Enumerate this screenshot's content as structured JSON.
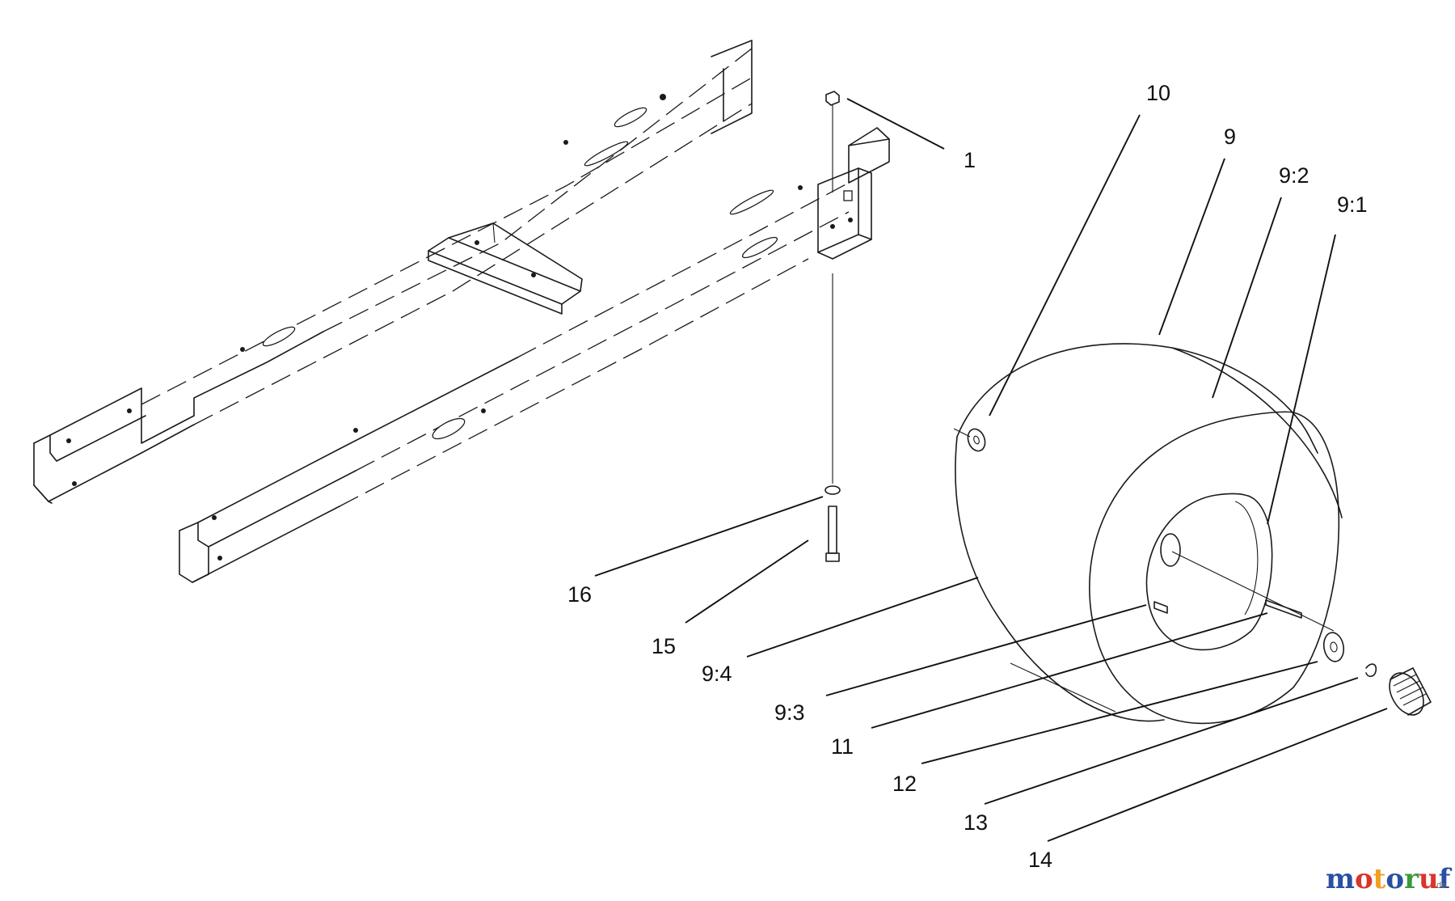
{
  "callouts": {
    "c1": "1",
    "c9": "9",
    "c9_1": "9:1",
    "c9_2": "9:2",
    "c9_3": "9:3",
    "c9_4": "9:4",
    "c10": "10",
    "c11": "11",
    "c12": "12",
    "c13": "13",
    "c14": "14",
    "c15": "15",
    "c16": "16"
  },
  "watermark": {
    "text": "motoruf",
    "suffix": ".de",
    "colors": {
      "m": "#2a4fa3",
      "o1": "#d8352b",
      "t": "#f0a020",
      "o2": "#2a4fa3",
      "r": "#3a9a3a",
      "u": "#d8352b",
      "f": "#2a4fa3"
    }
  },
  "colors": {
    "line": "#1a1a1a",
    "background": "#ffffff"
  }
}
